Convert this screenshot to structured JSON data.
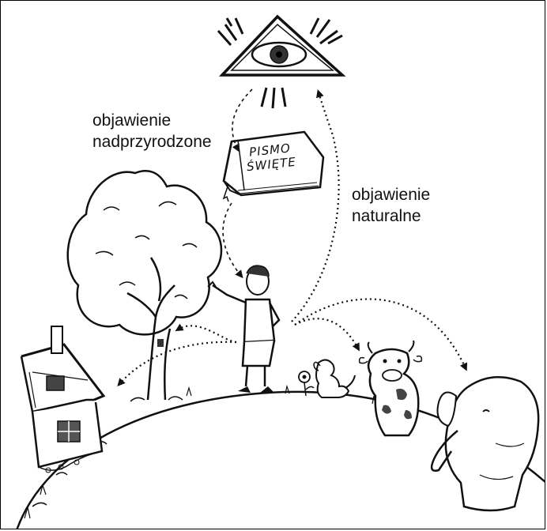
{
  "labels": {
    "supernatural": [
      "objawienie",
      "nadprzyrodzone"
    ],
    "natural": [
      "objawienie",
      "naturalne"
    ]
  },
  "book": {
    "title_line1": "PISMO",
    "title_line2": "ŚWIĘTE"
  },
  "colors": {
    "ink": "#111111",
    "background": "#ffffff"
  },
  "icons": [
    "eye-of-providence-icon",
    "holy-scripture-book-icon",
    "man-figure-icon",
    "tree-icon",
    "house-icon",
    "dog-icon",
    "cow-icon",
    "elephant-icon",
    "flower-icon",
    "earth-hill-icon"
  ]
}
